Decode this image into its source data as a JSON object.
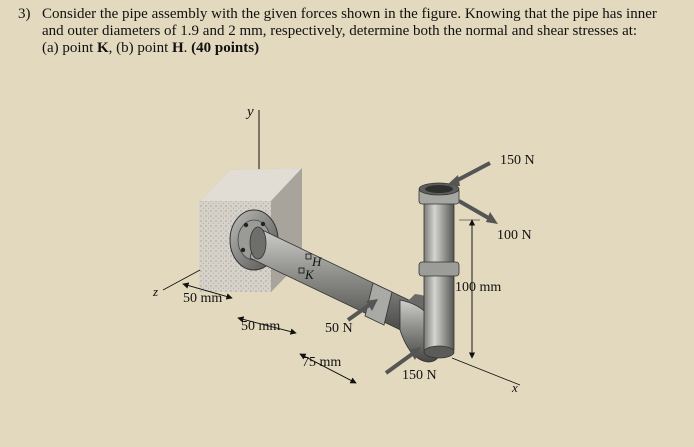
{
  "problem": {
    "number": "3)",
    "line1": "Consider the pipe assembly with the given forces shown in the figure. Knowing that the pipe has inner",
    "line2": "and outer diameters of 1.9 and 2 mm, respectively, determine both the normal and shear stresses at:",
    "line3a": "(a) point ",
    "pointK": "K",
    "line3b": ", (b) point ",
    "pointH": "H",
    "line3c": ". ",
    "points": "(40 points)"
  },
  "figure": {
    "axes": {
      "y": "y",
      "z": "z",
      "x": "x"
    },
    "points": {
      "H": "H",
      "K": "K"
    },
    "forces": {
      "top": "150 N",
      "side": "100 N",
      "mid": "50 N",
      "bottom": "150 N"
    },
    "dimensions": {
      "d1": "50 mm",
      "d2": "50 mm",
      "d3": "75 mm",
      "d4": "100 mm"
    },
    "colors": {
      "background": "#e3d9be",
      "wall": "#d2cec6",
      "pipe": "#8d8d8a",
      "pipe_dark": "#4e4e4c",
      "arrow": "#5e5e5e"
    }
  }
}
